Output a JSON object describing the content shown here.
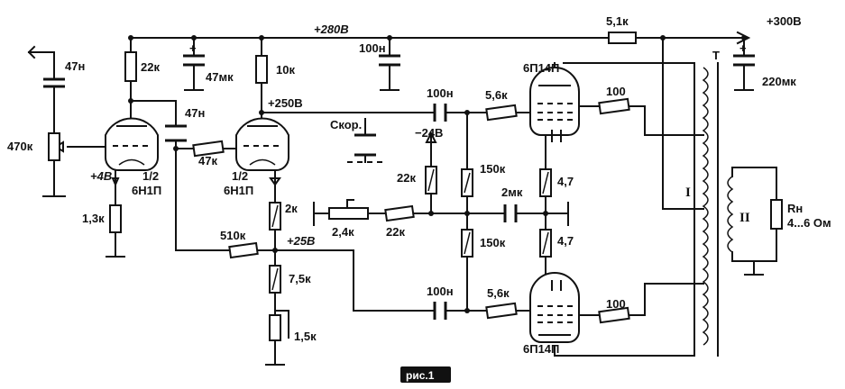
{
  "supply": {
    "rail_main": "+280В",
    "rail_out": "+300В",
    "node_250": "+250В",
    "node_25": "+25В",
    "node_4": "+4В",
    "bias": "−24В"
  },
  "tubes": {
    "v1_half_a": "1/2",
    "v1_type_a": "6Н1П",
    "v1_half_b": "1/2",
    "v1_type_b": "6Н1П",
    "v2_type": "6П14П",
    "v3_type": "6П14П"
  },
  "resistors": {
    "r_drop": "5,1к",
    "r_plate1": "22к",
    "r_plate2": "10к",
    "r_pot": "470к",
    "r_cath1": "1,3к",
    "r_grid2": "47к",
    "r_fb": "510к",
    "r_cath2": "2к",
    "r_cath2b": "7,5к",
    "r_cath2c": "1,5к",
    "r_bias1": "22к",
    "r_bal": "2,4к",
    "r_bias2": "22к",
    "r_g1": "150к",
    "r_g2": "150к",
    "r_stop1": "5,6к",
    "r_stop2": "5,6к",
    "r_scr1": "100",
    "r_scr2": "100",
    "r_k1": "4,7",
    "r_k2": "4,7"
  },
  "capacitors": {
    "c_in": "47н",
    "c_filt1": "47мк",
    "c_filt2": "100н",
    "c_out": "220мк",
    "c_coup1": "47н",
    "c_coup2": "100н",
    "c_coup3": "100н",
    "c_cath": "2мк"
  },
  "misc": {
    "trim_cap": "Скор.",
    "transformer": "T",
    "primary": "I",
    "secondary": "II",
    "load_name": "Rн",
    "load_value": "4...6 Ом",
    "figure": "рис.1"
  }
}
